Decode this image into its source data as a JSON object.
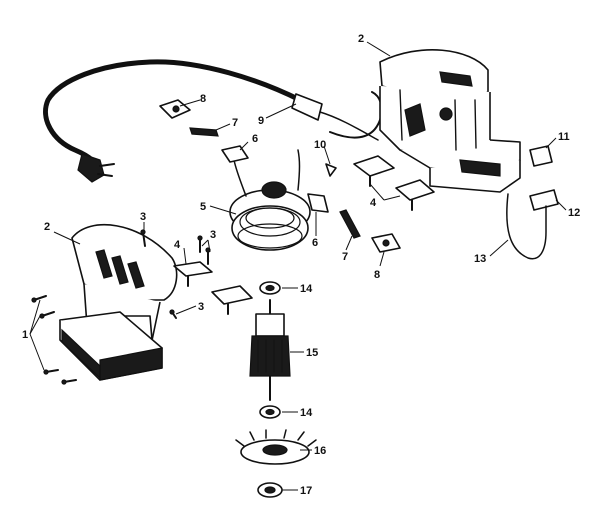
{
  "diagram": {
    "callouts": [
      {
        "id": "c1",
        "text": "1"
      },
      {
        "id": "c2a",
        "text": "2"
      },
      {
        "id": "c2b",
        "text": "2"
      },
      {
        "id": "c3a",
        "text": "3"
      },
      {
        "id": "c3b",
        "text": "3"
      },
      {
        "id": "c3c",
        "text": "3"
      },
      {
        "id": "c4a",
        "text": "4"
      },
      {
        "id": "c4b",
        "text": "4"
      },
      {
        "id": "c5",
        "text": "5"
      },
      {
        "id": "c6a",
        "text": "6"
      },
      {
        "id": "c6b",
        "text": "6"
      },
      {
        "id": "c7a",
        "text": "7"
      },
      {
        "id": "c7b",
        "text": "7"
      },
      {
        "id": "c8a",
        "text": "8"
      },
      {
        "id": "c8b",
        "text": "8"
      },
      {
        "id": "c9",
        "text": "9"
      },
      {
        "id": "c10",
        "text": "10"
      },
      {
        "id": "c11",
        "text": "11"
      },
      {
        "id": "c12",
        "text": "12"
      },
      {
        "id": "c13",
        "text": "13"
      },
      {
        "id": "c14a",
        "text": "14"
      },
      {
        "id": "c14b",
        "text": "14"
      },
      {
        "id": "c15",
        "text": "15"
      },
      {
        "id": "c16",
        "text": "16"
      },
      {
        "id": "c17",
        "text": "17"
      }
    ]
  }
}
